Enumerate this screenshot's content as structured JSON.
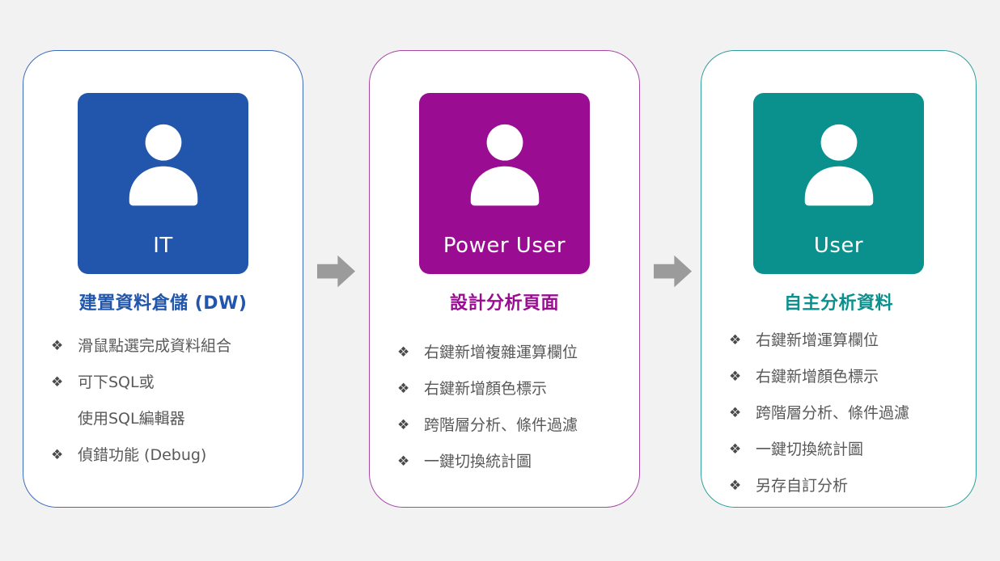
{
  "page": {
    "background_color": "#f2f2f2",
    "card_background": "#ffffff",
    "bullet_glyph": "❖",
    "bullet_text_color": "#595959",
    "arrow_color": "#9b9b9b"
  },
  "cards": [
    {
      "role": "IT",
      "title": "建置資料倉儲 (DW)",
      "accent_color": "#2156ac",
      "border_color": "#3a6cbe",
      "icon": "person-icon",
      "items": [
        {
          "bulleted": true,
          "text": "滑鼠點選完成資料組合"
        },
        {
          "bulleted": true,
          "text": "可下SQL或"
        },
        {
          "bulleted": false,
          "text": "使用SQL編輯器"
        },
        {
          "bulleted": true,
          "text": "偵錯功能 (Debug)"
        }
      ]
    },
    {
      "role": "Power User",
      "title": "設計分析頁面",
      "accent_color": "#9a0d92",
      "border_color": "#a646a6",
      "icon": "person-icon",
      "items": [
        {
          "bulleted": true,
          "text": "右鍵新增複雜運算欄位"
        },
        {
          "bulleted": true,
          "text": "右鍵新增顏色標示"
        },
        {
          "bulleted": true,
          "text": "跨階層分析、條件過濾"
        },
        {
          "bulleted": true,
          "text": "一鍵切換統計圖"
        }
      ]
    },
    {
      "role": "User",
      "title": "自主分析資料",
      "accent_color": "#0a918e",
      "border_color": "#2f9e9b",
      "icon": "person-icon",
      "items": [
        {
          "bulleted": true,
          "text": "右鍵新增運算欄位"
        },
        {
          "bulleted": true,
          "text": "右鍵新增顏色標示"
        },
        {
          "bulleted": true,
          "text": "跨階層分析、條件過濾"
        },
        {
          "bulleted": true,
          "text": "一鍵切換統計圖"
        },
        {
          "bulleted": true,
          "text": "另存自訂分析"
        }
      ]
    }
  ]
}
